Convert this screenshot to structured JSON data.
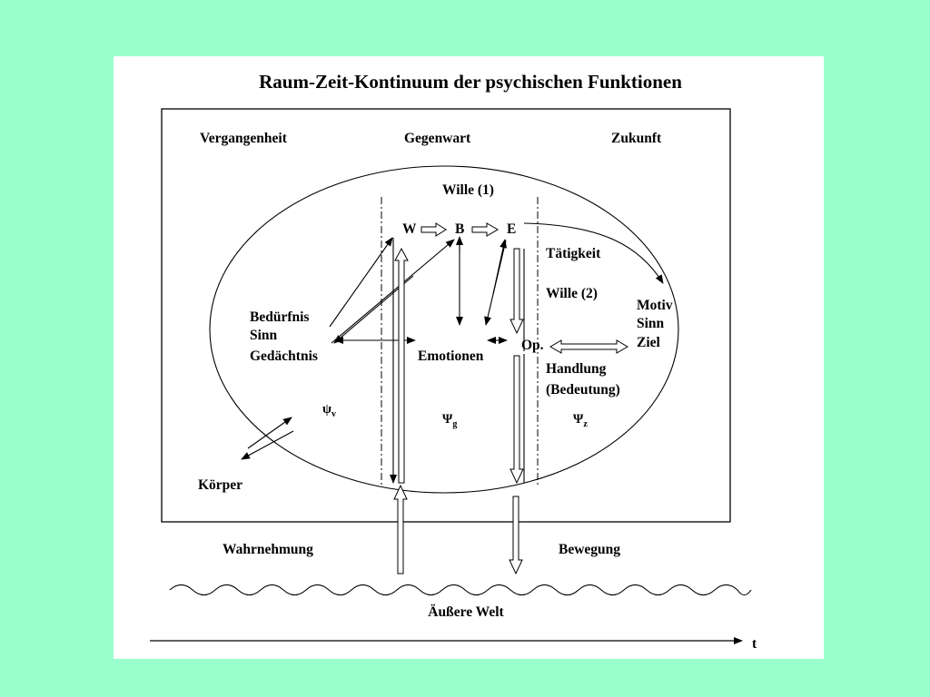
{
  "title": "Raum-Zeit-Kontinuum der psychischen Funktionen",
  "time_columns": {
    "past": "Vergangenheit",
    "present": "Gegenwart",
    "future": "Zukunft"
  },
  "nodes": {
    "will1": "Wille (1)",
    "w": "W",
    "b": "B",
    "e": "E",
    "activity": "Tätigkeit",
    "will2": "Wille (2)",
    "motive": [
      "Motiv",
      "Sinn",
      "Ziel"
    ],
    "need": [
      "Bedürfnis",
      "Sinn",
      "Gedächtnis"
    ],
    "emotions": "Emotionen",
    "op": "Op.",
    "action": [
      "Handlung",
      "(Bedeutung)"
    ],
    "psi_v": {
      "base": "ψ",
      "sub": "v"
    },
    "psi_g": {
      "base": "Ψ",
      "sub": "g"
    },
    "psi_z": {
      "base": "Ψ",
      "sub": "z"
    },
    "body": "Körper"
  },
  "outside": {
    "perception": "Wahrnehmung",
    "movement": "Bewegung",
    "outer_world": "Äußere Welt",
    "time_axis": "t"
  }
}
